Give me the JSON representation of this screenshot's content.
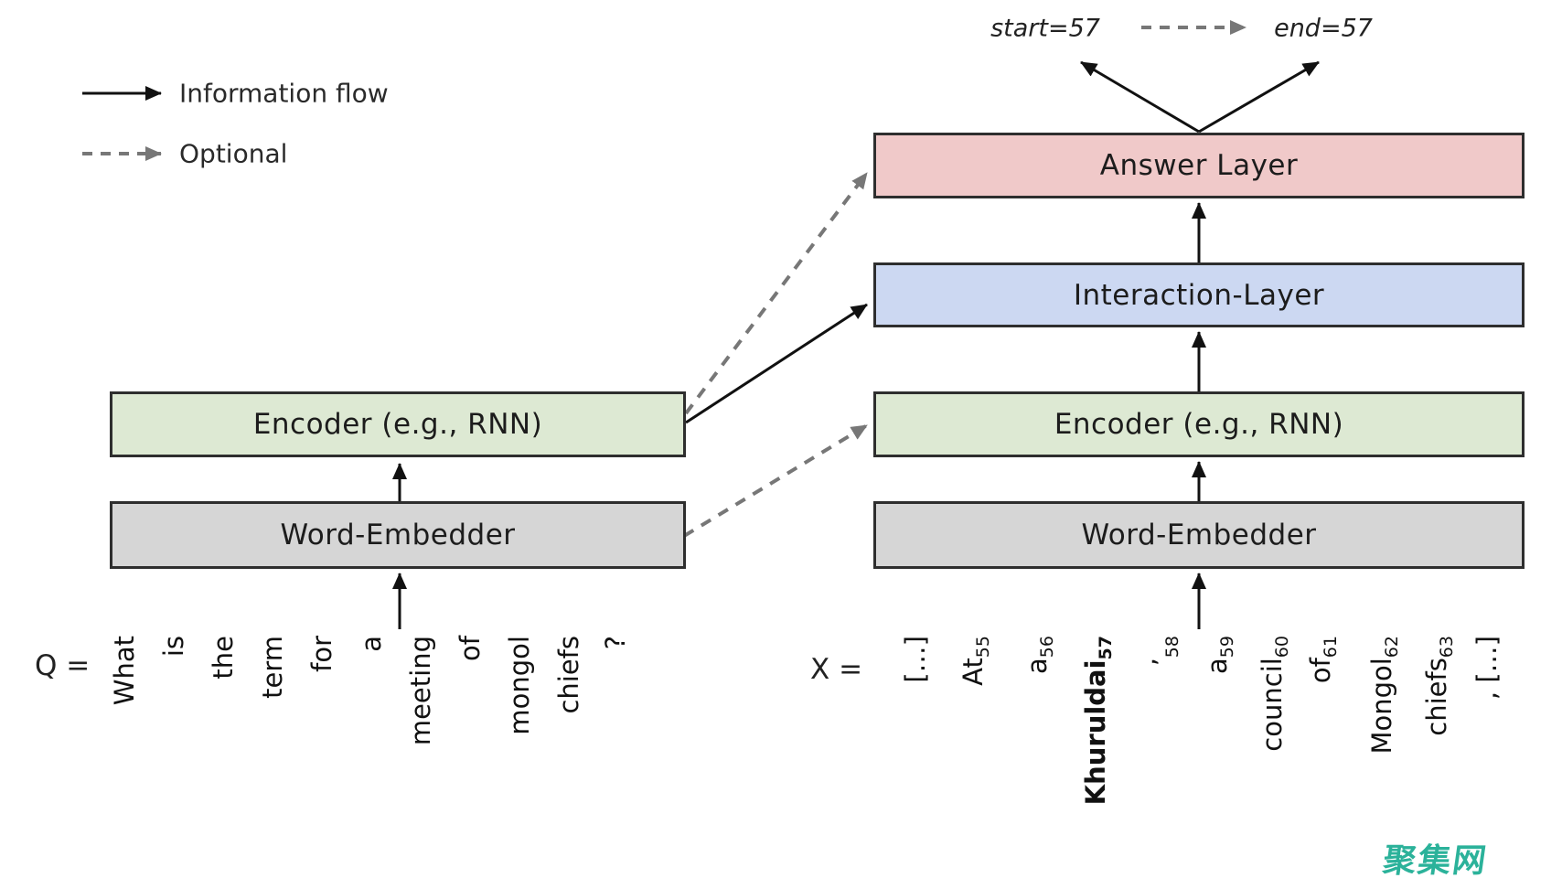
{
  "legend": {
    "solid_label": "Information flow",
    "dashed_label": "Optional"
  },
  "outputs": {
    "start": "start=57",
    "end": "end=57"
  },
  "right_stack": {
    "answer": "Answer Layer",
    "interaction": "Interaction-Layer",
    "encoder": "Encoder (e.g., RNN)",
    "embedder": "Word-Embedder"
  },
  "left_stack": {
    "encoder": "Encoder (e.g., RNN)",
    "embedder": "Word-Embedder"
  },
  "question": {
    "label": "Q =",
    "tokens": [
      {
        "w": "What"
      },
      {
        "w": "is"
      },
      {
        "w": "the"
      },
      {
        "w": "term"
      },
      {
        "w": "for"
      },
      {
        "w": "a"
      },
      {
        "w": "meeting"
      },
      {
        "w": "of"
      },
      {
        "w": "mongol"
      },
      {
        "w": "chiefs"
      },
      {
        "w": "?"
      }
    ]
  },
  "context": {
    "label": "X =",
    "tokens": [
      {
        "w": "[…]"
      },
      {
        "w": "At",
        "sub": "55"
      },
      {
        "w": "a",
        "sub": "56"
      },
      {
        "w": "Khuruldai",
        "sub": "57",
        "bold": true
      },
      {
        "w": "’",
        "sub": "58"
      },
      {
        "w": "a",
        "sub": "59"
      },
      {
        "w": "council",
        "sub": "60"
      },
      {
        "w": "of",
        "sub": "61"
      },
      {
        "w": "Mongol",
        "sub": "62"
      },
      {
        "w": "chiefs",
        "sub": "63"
      },
      {
        "w": ", […]"
      }
    ]
  },
  "watermark": {
    "text": "聚集网",
    "color": "#2BB29A"
  },
  "colors": {
    "answer": "#F0C9C9",
    "interaction": "#CCD8F2",
    "encoder": "#DDE9D3",
    "embedder": "#D6D6D6",
    "border": "#2E2E2E",
    "solid_arrow": "#111111",
    "dashed_arrow": "#777777"
  }
}
